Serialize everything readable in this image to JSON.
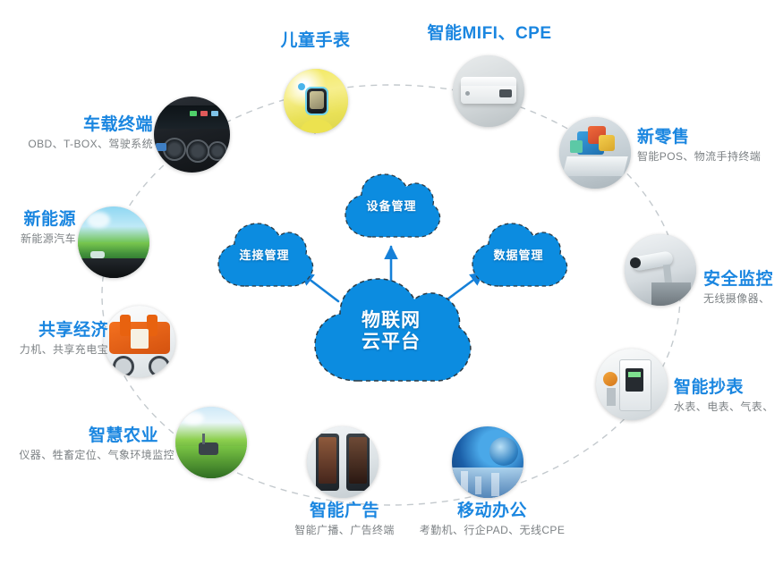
{
  "diagram": {
    "title": "物联网云平台",
    "accent_blue": "#0c8ce0",
    "heading_blue": "#1a86e0",
    "subtitle_gray": "#7d8285",
    "ring_color": "#b9bfc4",
    "background": "#ffffff"
  },
  "center": {
    "line1": "物联网",
    "line2": "云平台"
  },
  "capabilities": [
    {
      "id": "connection",
      "label": "连接管理"
    },
    {
      "id": "device",
      "label": "设备管理"
    },
    {
      "id": "data",
      "label": "数据管理"
    }
  ],
  "nodes": [
    {
      "id": "kids-watch",
      "title": "儿童手表",
      "subtitle": "",
      "icon": "kids-smartwatch-photo"
    },
    {
      "id": "mifi-cpe",
      "title": "智能MIFI、CPE",
      "subtitle": "",
      "icon": "mifi-router-photo"
    },
    {
      "id": "vehicle-terminal",
      "title": "车载终端",
      "subtitle": "OBD、T-BOX、驾驶系统",
      "icon": "car-dashboard-photo"
    },
    {
      "id": "new-retail",
      "title": "新零售",
      "subtitle": "智能POS、物流手持终端",
      "icon": "pos-terminal-photo"
    },
    {
      "id": "new-energy",
      "title": "新能源",
      "subtitle": "新能源汽车",
      "icon": "new-energy-vehicle-photo"
    },
    {
      "id": "security-monitor",
      "title": "安全监控",
      "subtitle": "无线摄像器、",
      "icon": "security-camera-photo"
    },
    {
      "id": "sharing-economy",
      "title": "共享经济",
      "subtitle": "力机、共享充电宝",
      "icon": "shared-bike-photo"
    },
    {
      "id": "smart-meter",
      "title": "智能抄表",
      "subtitle": "水表、电表、气表、",
      "icon": "smart-meter-photo"
    },
    {
      "id": "smart-agriculture",
      "title": "智慧农业",
      "subtitle": "仪器、牲畜定位、气象环境监控",
      "icon": "farm-field-photo"
    },
    {
      "id": "smart-advertising",
      "title": "智能广告",
      "subtitle": "智能广播、广告终端",
      "icon": "digital-signage-photo"
    },
    {
      "id": "mobile-office",
      "title": "移动办公",
      "subtitle": "考勤机、行企PAD、无线CPE",
      "icon": "mobile-office-globe-photo"
    }
  ]
}
